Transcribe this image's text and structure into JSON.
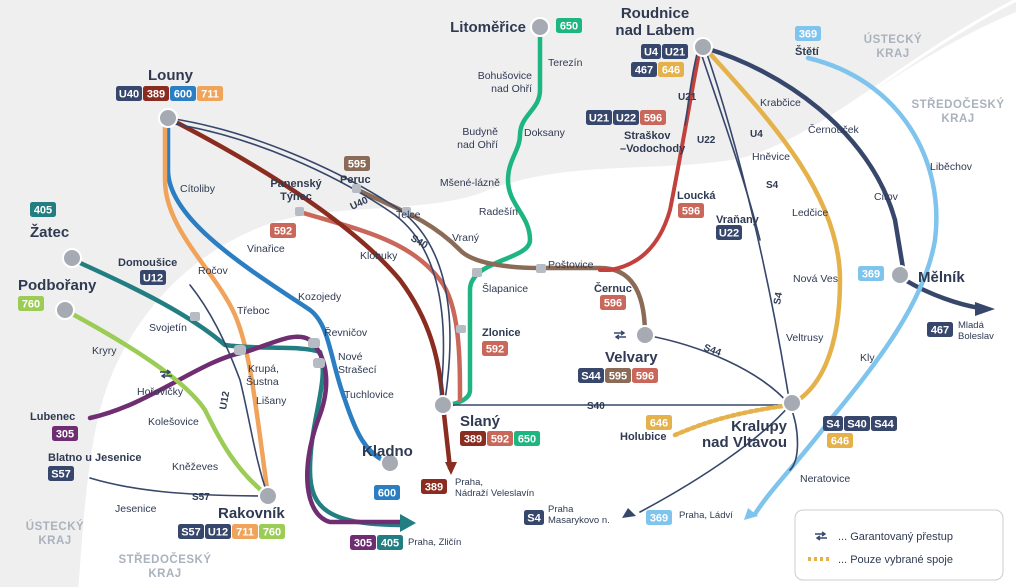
{
  "colors": {
    "U40": "#37466b",
    "U12": "#37466b",
    "U4": "#37466b",
    "U21": "#37466b",
    "U22": "#37466b",
    "S4": "#37466b",
    "S40": "#37466b",
    "S44": "#37466b",
    "S57": "#37466b",
    "389": "#8a2c1f",
    "592": "#c9675a",
    "596": "#c9675a",
    "595": "#8a6b58",
    "600": "#2a7ec1",
    "711": "#f0a35a",
    "646": "#e4b14a",
    "650": "#1db580",
    "405": "#237e82",
    "760": "#9bcc55",
    "305": "#6f2d72",
    "369": "#7fc4ec",
    "467": "#37466b",
    "57": "#37466b"
  },
  "regions": {
    "ustecky_top": "ÚSTECKÝ\nKRAJ",
    "stredocesky_right": "STŘEDOČESKÝ\nKRAJ",
    "ustecky_bottom": "ÚSTECKÝ\nKRAJ",
    "stredocesky_bottom": "STŘEDOČESKÝ\nKRAJ"
  },
  "major_stations": {
    "litomerice": "Litoměřice",
    "roudnice": "Roudnice\nnad Labem",
    "louny": "Louny",
    "zatec": "Žatec",
    "podborany": "Podbořany",
    "lubenec": "Lubenec",
    "blatno": "Blatno u Jesenice",
    "rakovnik": "Rakovník",
    "kladno": "Kladno",
    "slany": "Slaný",
    "velvary": "Velvary",
    "kralupy": "Kralupy\nnad Vltavou",
    "melnik": "Mělník",
    "steti": "Štětí"
  },
  "stations": {
    "terezin": "Terezín",
    "bohusovice": "Bohušovice\nnad Ohří",
    "budyne": "Budyně\nnad Ohří",
    "doksany": "Doksany",
    "msene": "Mšené-lázně",
    "radesin": "Radešín",
    "postovice": "Poštovice",
    "slapanice": "Šlapanice",
    "zlonice": "Zlonice",
    "straskov": "Straškov\n–Vodochody",
    "loucka": "Loucká",
    "cernuc": "Černuc",
    "vranany": "Vraňany",
    "krabcice": "Krabčice",
    "cernoucek": "Černouček",
    "hnevice": "Hněvice",
    "ledcice": "Ledčice",
    "nova_ves": "Nová Ves",
    "veltrusy": "Veltrusy",
    "kly": "Kly",
    "citov": "Citov",
    "libechov": "Liběchov",
    "neratovice": "Neratovice",
    "holubice": "Holubice",
    "panensky": "Panenský\nTýnec",
    "peruc": "Peruc",
    "telce": "Telce",
    "vrany": "Vraný",
    "klobuky": "Klobuky",
    "citoliby": "Cítoliby",
    "vinarice": "Vinařice",
    "rocov": "Ročov",
    "trebo": "Třeboc",
    "kozojedy": "Kozojedy",
    "domousice": "Domoušice",
    "svojetin": "Svojetín",
    "krupa": "Krupá,\nŠustna",
    "lisany": "Lišany",
    "revnicov": "Řevničov",
    "nove_straseci": "Nové\nStrašecí",
    "tuchlovice": "Tuchlovice",
    "kryry": "Kryry",
    "horovicky": "Hořovičky",
    "kolesovice": "Kolešovice",
    "knezeves": "Kněževes",
    "jesenice": "Jesenice"
  },
  "line_badges": {
    "litomerice": [
      "650"
    ],
    "roudnice_top": [
      "U4",
      "U21"
    ],
    "roudnice_bot": [
      "467",
      "646"
    ],
    "steti": [
      "369"
    ],
    "louny": [
      "U40",
      "389",
      "600",
      "711"
    ],
    "zatec": [
      "405"
    ],
    "podborany": [
      "760"
    ],
    "lubenec": [
      "305"
    ],
    "blatno": [
      "S57"
    ],
    "domousice": [
      "U12"
    ],
    "rakovnik": [
      "S57",
      "U12",
      "711",
      "760"
    ],
    "kladno": [
      "600"
    ],
    "slany": [
      "389",
      "592",
      "650"
    ],
    "velvary": [
      "S44",
      "595",
      "596"
    ],
    "kralupy_top": [
      "S4",
      "S40",
      "S44"
    ],
    "kralupy_bot": [
      "646"
    ],
    "melnik": [
      "369"
    ],
    "straskov": [
      "U21",
      "U22",
      "596"
    ],
    "loucka": [
      "596"
    ],
    "cernuc": [
      "596"
    ],
    "vranany": [
      "U22"
    ],
    "peruc": [
      "595"
    ],
    "panensky": [
      "592"
    ],
    "zlonice": [
      "592"
    ],
    "holubice": [
      "646"
    ]
  },
  "on_line_labels": {
    "U40": "U40",
    "S40_a": "S40",
    "S40_b": "S40",
    "U21": "U21",
    "U22": "U22",
    "U4": "U4",
    "S4_a": "S4",
    "S4_b": "S4",
    "S44": "S44",
    "U12": "U12",
    "S57": "S57"
  },
  "destinations": {
    "mlada": {
      "badge": "467",
      "text": "Mladá\nBoleslav"
    },
    "veleslavin": {
      "badge": "389",
      "text": "Praha,\nNádraží Veleslavín"
    },
    "masarykovo": {
      "badge": "S4",
      "text": "Praha\nMasarykovo n."
    },
    "ladvi": {
      "badge": "369",
      "text": "Praha, Ládví"
    },
    "zlicin": {
      "badges": [
        "305",
        "405"
      ],
      "text": "Praha, Zličín"
    }
  },
  "legend": {
    "transfer": "... Garantovaný přestup",
    "selected": "... Pouze vybrané spoje"
  }
}
